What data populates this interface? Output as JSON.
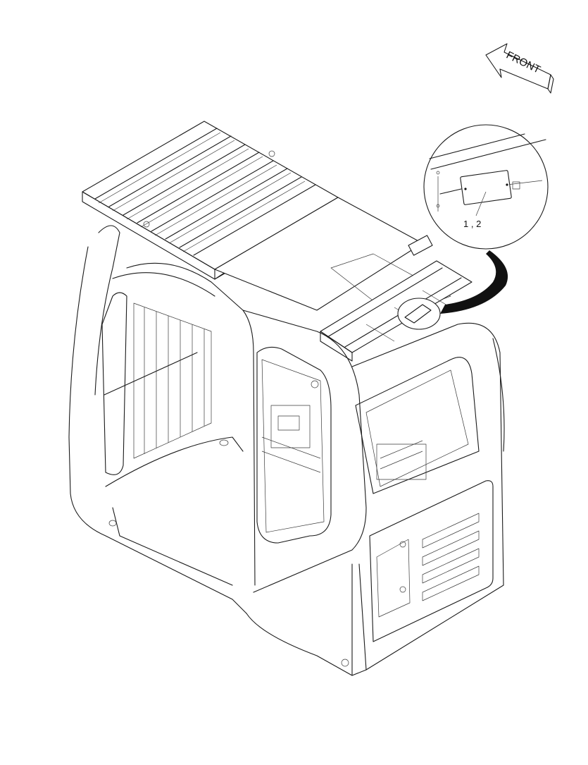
{
  "diagram": {
    "direction_label": "FRONT",
    "callouts": [
      {
        "id": "detail-label",
        "text": "1 , 2"
      }
    ],
    "colors": {
      "line": "#1a1a1a",
      "background": "#ffffff",
      "leader_fill": "#111111"
    }
  }
}
